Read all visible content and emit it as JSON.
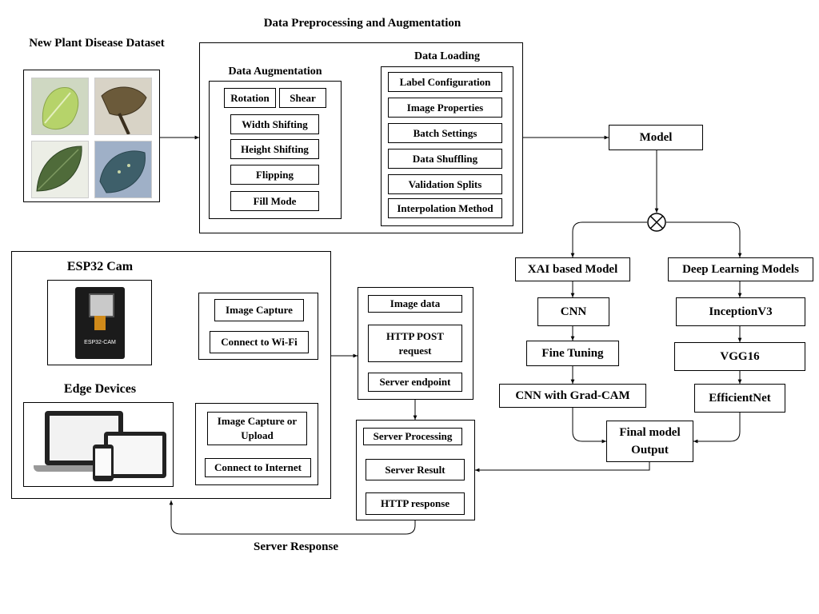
{
  "dataset": {
    "title": "New Plant Disease Dataset"
  },
  "preprocessing": {
    "title": "Data Preprocessing and Augmentation",
    "augmentation": {
      "title": "Data Augmentation",
      "items": [
        "Rotation",
        "Shear",
        "Width Shifting",
        "Height Shifting",
        "Flipping",
        "Fill Mode"
      ]
    },
    "loading": {
      "title": "Data Loading",
      "items": [
        "Label Configuration",
        "Image Properties",
        "Batch Settings",
        "Data Shuffling",
        "Validation Splits",
        "Interpolation Method"
      ]
    }
  },
  "model": {
    "label": "Model"
  },
  "xai": {
    "title": "XAI based Model",
    "items": [
      "CNN",
      "Fine Tuning",
      "CNN with Grad-CAM"
    ]
  },
  "deep_learning": {
    "title": "Deep Learning Models",
    "items": [
      "InceptionV3",
      "VGG16",
      "EfficientNet"
    ]
  },
  "final_output": {
    "label": "Final model Output"
  },
  "esp32": {
    "title": "ESP32 Cam",
    "board_text": "ESP32-CAM",
    "steps": [
      "Image Capture",
      "Connect to Wi-Fi"
    ]
  },
  "edge": {
    "title": "Edge Devices",
    "steps": [
      "Image Capture or Upload",
      "Connect to Internet"
    ]
  },
  "request": {
    "items": [
      "Image data",
      "HTTP POST request",
      "Server endpoint"
    ]
  },
  "server": {
    "items": [
      "Server Processing",
      "Server Result",
      "HTTP response"
    ]
  },
  "server_response": {
    "label": "Server Response"
  },
  "colors": {
    "leaf_light": "#b6d36a",
    "leaf_dark": "#4f6b3a",
    "leaf_blue": "#3e5f6a",
    "device": "#2a2a2a"
  }
}
